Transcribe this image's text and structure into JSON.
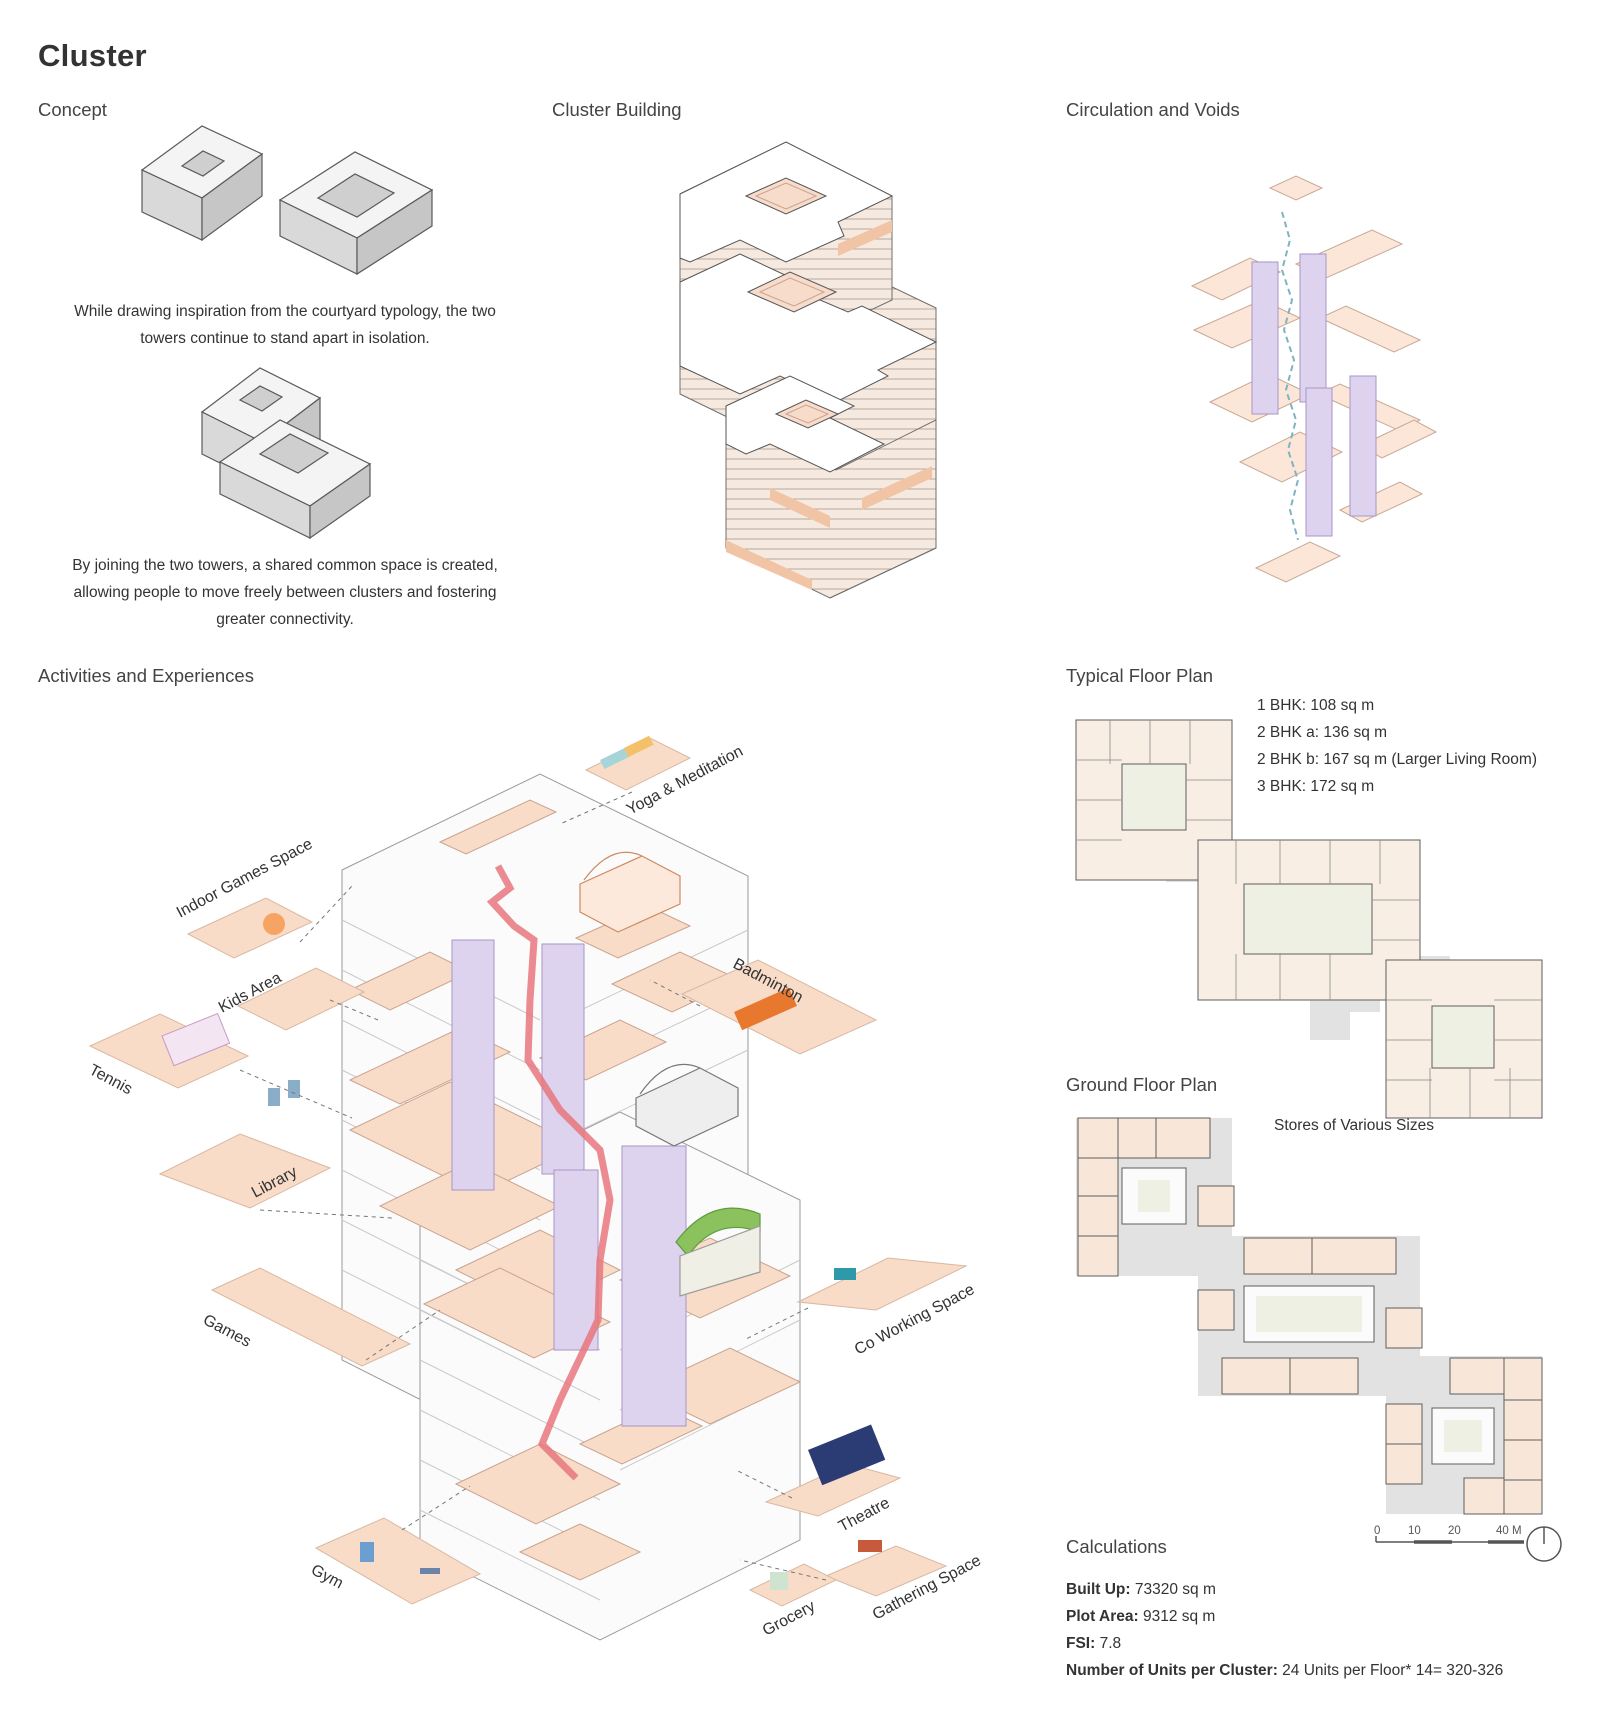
{
  "title": "Cluster",
  "sections": {
    "concept": "Concept",
    "cluster_building": "Cluster Building",
    "circulation": "Circulation and Voids",
    "activities": "Activities and Experiences",
    "typical_plan": "Typical Floor Plan",
    "ground_plan": "Ground Floor Plan",
    "calculations": "Calculations"
  },
  "concept": {
    "text1": "While drawing inspiration from the courtyard typology, the two towers continue to stand apart in isolation.",
    "text2": "By joining the two towers, a shared common space is created, allowing people to move freely between clusters and fostering greater connectivity."
  },
  "activities": [
    "Yoga & Meditation",
    "Indoor Games Space",
    "Badminton",
    "Kids Area",
    "Tennis",
    "Library",
    "Co Working Space",
    "Games",
    "Theatre",
    "Gathering Space",
    "Grocery",
    "Gym"
  ],
  "typical_plan": {
    "units": [
      "1 BHK: 108 sq m",
      "2 BHK a: 136 sq m",
      "2 BHK b: 167 sq m (Larger Living Room)",
      "3 BHK: 172 sq m"
    ]
  },
  "ground_plan": {
    "stores_label": "Stores of Various Sizes",
    "scale": [
      "0",
      "10",
      "20",
      "40 M"
    ]
  },
  "calculations": {
    "built_up_label": "Built Up:",
    "built_up_value": "73320 sq m",
    "plot_area_label": "Plot Area:",
    "plot_area_value": "9312 sq m",
    "fsi_label": "FSI:",
    "fsi_value": "7.8",
    "units_label": "Number of Units per Cluster:",
    "units_value": "24 Units per Floor* 14= 320-326"
  },
  "colors": {
    "peach": "#f8dcc8",
    "lavender": "#d9cfea",
    "red_path": "#e8757c",
    "courtyard": "#eef0e4",
    "grey_circulation": "#e2e2e2"
  }
}
